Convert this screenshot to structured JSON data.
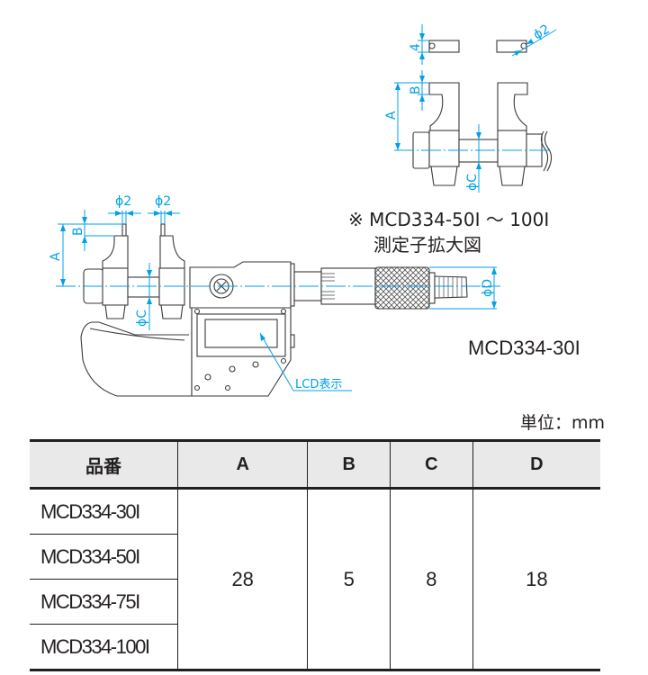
{
  "drawing": {
    "labels": {
      "phi2_left": "ϕ2",
      "phi2_right": "ϕ2",
      "A": "A",
      "B": "B",
      "phiC": "ϕC",
      "phiD": "ϕD",
      "lcd": "LCD表示",
      "detail_A": "A",
      "detail_B": "B",
      "detail_4": "4",
      "detail_phi2": "ϕ2",
      "detail_phiC": "ϕC"
    },
    "detail_note_line1": "※ MCD334-50I ～ 100I",
    "detail_note_line2": "測定子拡大図",
    "model_label": "MCD334-30I",
    "accent_color": "#00a0e9"
  },
  "table": {
    "unit": "単位：mm",
    "headers": [
      "品番",
      "A",
      "B",
      "C",
      "D"
    ],
    "models": [
      "MCD334-30I",
      "MCD334-50I",
      "MCD334-75I",
      "MCD334-100I"
    ],
    "values": {
      "A": "28",
      "B": "5",
      "C": "8",
      "D": "18"
    }
  }
}
